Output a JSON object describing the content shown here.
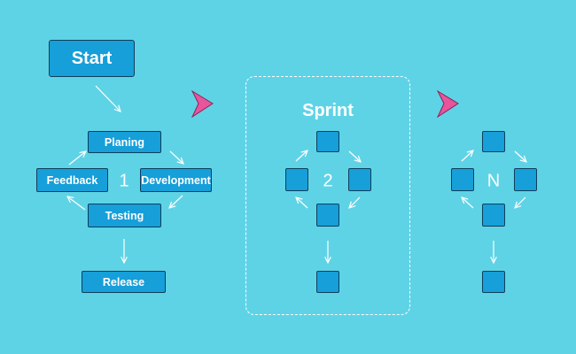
{
  "diagram": {
    "start_label": "Start",
    "cycle1": {
      "number": "1",
      "planing": "Planing",
      "development": "Development",
      "testing": "Testing",
      "feedback": "Feedback",
      "release": "Release"
    },
    "sprint": {
      "title": "Sprint",
      "number": "2"
    },
    "cycle_n": {
      "number": "N"
    },
    "colors": {
      "background": "#5fd3e6",
      "node_fill": "#169fd9",
      "node_border": "#0f3f5a",
      "chevron": "#e8559b",
      "arrow": "#ffffff"
    }
  }
}
